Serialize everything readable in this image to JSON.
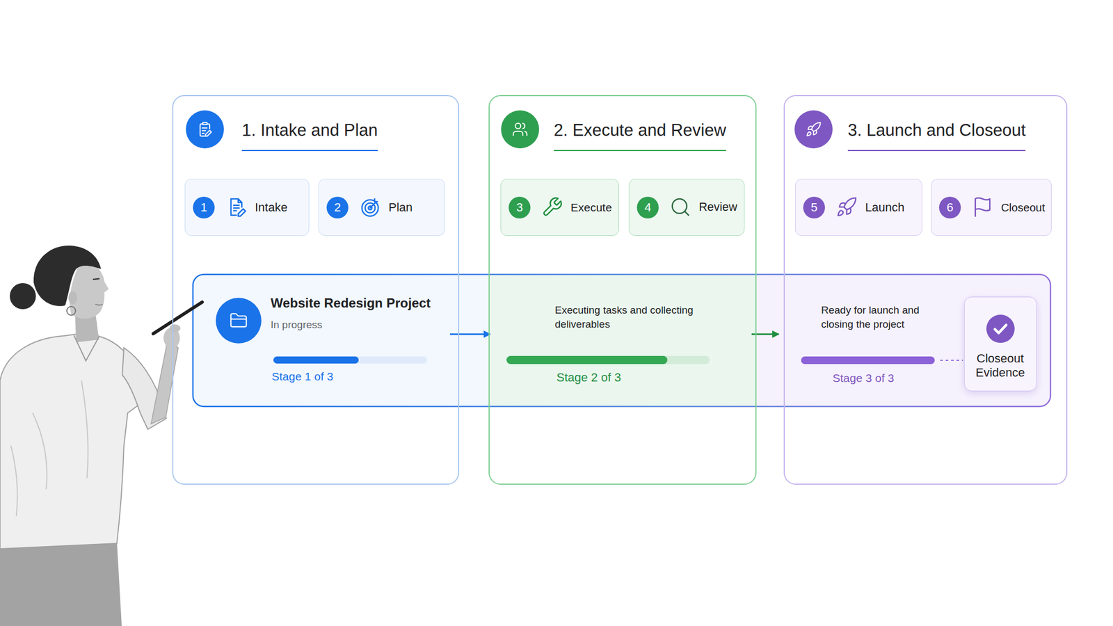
{
  "diagram": {
    "nodes": [
      {
        "text": [
          "1. Intake and Plan"
        ]
      },
      {
        "text": [
          "1",
          "Intake"
        ],
        "in": 0
      },
      {
        "text": [
          "2",
          "Plan"
        ],
        "in": 0
      },
      {
        "text": [
          "2. Execute and Review"
        ]
      },
      {
        "text": [
          "3",
          "Execute"
        ],
        "in": 3
      },
      {
        "text": [
          "4",
          "Review"
        ],
        "in": 3
      },
      {
        "text": [
          "3. Launch and Closeout"
        ]
      },
      {
        "text": [
          "5",
          "Launch"
        ],
        "in": 6
      },
      {
        "text": [
          "6",
          "Closeout"
        ],
        "in": 6
      },
      {
        "text": [
          "Website Redesign Project",
          "In progress",
          "Stage 1 of 3"
        ]
      },
      {
        "text": [
          "Executing tasks and collecting deliverables",
          "Stage 2 of 3"
        ]
      },
      {
        "text": [
          "Ready for launch and closing the project",
          "Stage 3 of 3"
        ]
      },
      {
        "text": [
          "Closeout Evidence"
        ],
        "in": 11
      }
    ],
    "edges": [
      {
        "from": 9,
        "to": 10,
        "arrow": "to"
      },
      {
        "from": 10,
        "to": 11,
        "arrow": "to"
      }
    ]
  }
}
